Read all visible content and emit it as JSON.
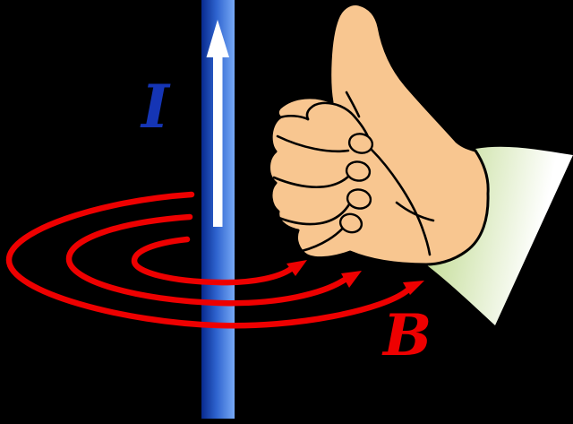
{
  "diagram": {
    "labels": {
      "current": "I",
      "field": "B"
    },
    "icons": {
      "current_arrow": "up-arrow",
      "field_arrowhead": "curved-arrow-tip",
      "hand": "right-hand-thumbs-up"
    },
    "colors": {
      "background": "#000000",
      "wire_dark": "#082a8e",
      "wire_mid": "#2e63ce",
      "wire_light": "#77a9f6",
      "current_arrow": "#ffffff",
      "field": "#ee0000",
      "current_label": "#1535b5",
      "skin": "#f8c690",
      "sleeve_green": "#bdd98c",
      "sleeve_white": "#ffffff",
      "outline": "#000000"
    }
  }
}
